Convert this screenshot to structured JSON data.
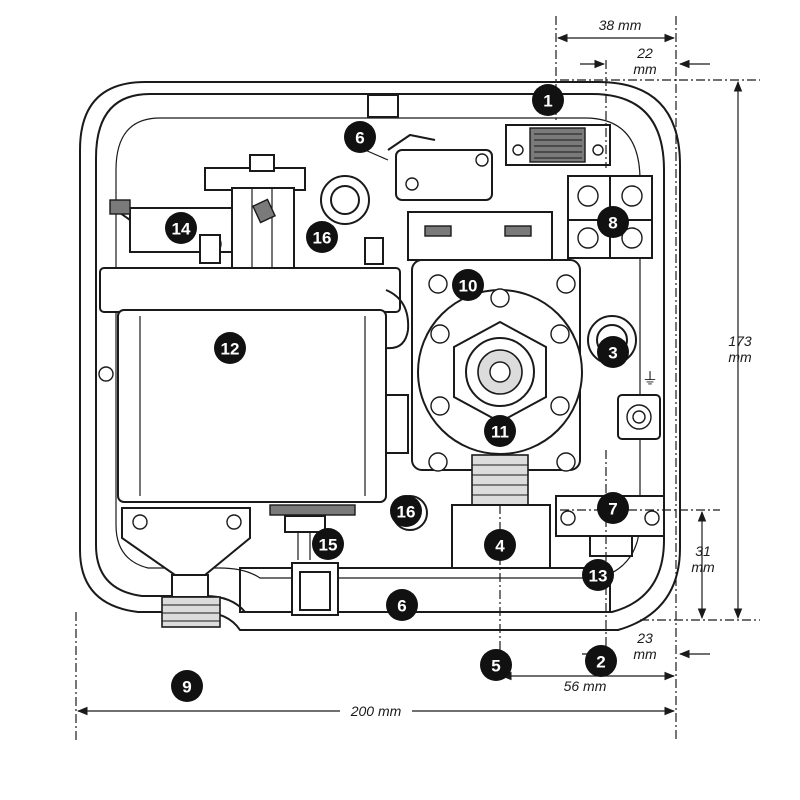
{
  "callouts": {
    "c1": "1",
    "c2": "2",
    "c3": "3",
    "c4": "4",
    "c5": "5",
    "c6a": "6",
    "c6b": "6",
    "c7": "7",
    "c8": "8",
    "c9": "9",
    "c10": "10",
    "c11": "11",
    "c12": "12",
    "c13": "13",
    "c14": "14",
    "c15": "15",
    "c16a": "16",
    "c16b": "16"
  },
  "dimensions": {
    "d38": "38 mm",
    "d22_value": "22",
    "d22_unit": "mm",
    "d173_value": "173",
    "d173_unit": "mm",
    "d31_value": "31",
    "d31_unit": "mm",
    "d23_value": "23",
    "d23_unit": "mm",
    "d56": "56 mm",
    "d200": "200 mm"
  },
  "symbols": {
    "ground": "⏚"
  },
  "colors": {
    "line": "#1a1a1a",
    "badge": "#111111",
    "background": "#ffffff"
  }
}
